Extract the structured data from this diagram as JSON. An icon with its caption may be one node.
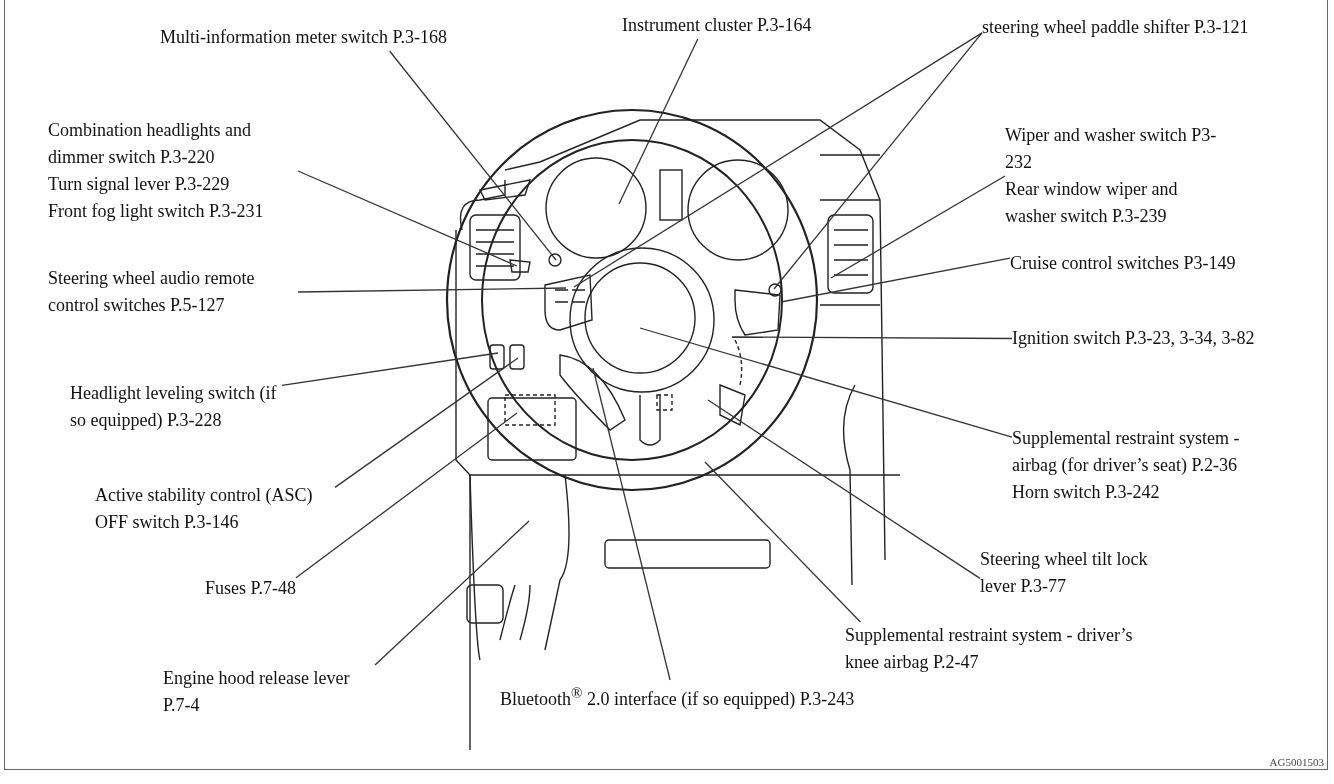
{
  "diagram": {
    "nodes": [
      {
        "text": [
          "Multi-information meter switch P.3-168"
        ]
      },
      {
        "text": [
          "Instrument cluster P.3-164"
        ]
      },
      {
        "text": [
          "steering wheel paddle shifter P.3-121"
        ]
      },
      {
        "text": [
          "Combination headlights and dimmer switch P.3-220",
          "Turn signal lever P.3-229",
          "Front fog light switch P.3-231"
        ]
      },
      {
        "text": [
          "Wiper and washer switch P3-232",
          "Rear window wiper and washer switch P.3-239"
        ]
      },
      {
        "text": [
          "Steering wheel audio remote control switches P.5-127"
        ]
      },
      {
        "text": [
          "Cruise control switches P3-149"
        ]
      },
      {
        "text": [
          "Ignition switch P.3-23, 3-34, 3-82"
        ]
      },
      {
        "text": [
          "Headlight leveling switch (if so equipped) P.3-228"
        ]
      },
      {
        "text": [
          "Supplemental restraint system - airbag (for driver’s seat) P.2-36",
          "Horn switch P.3-242"
        ]
      },
      {
        "text": [
          "Active stability control (ASC) OFF switch P.3-146"
        ]
      },
      {
        "text": [
          "Fuses P.7-48"
        ]
      },
      {
        "text": [
          "Steering wheel tilt lock lever P.3-77"
        ]
      },
      {
        "text": [
          "Supplemental restraint system - driver’s knee airbag P.2-47"
        ]
      },
      {
        "text": [
          "Engine hood release lever P.7-4"
        ]
      },
      {
        "text": [
          "Bluetooth$^{®}$ 2.0 interface (if so equipped) P.3-243"
        ]
      }
    ],
    "edges": [
      {
        "from": 0,
        "to": null,
        "arrow": "none"
      },
      {
        "from": 1,
        "to": null,
        "arrow": "none"
      },
      {
        "from": 2,
        "to": null,
        "arrow": "none"
      },
      {
        "from": 2,
        "to": null,
        "arrow": "none"
      },
      {
        "from": 3,
        "to": null,
        "arrow": "none"
      },
      {
        "from": 4,
        "to": null,
        "arrow": "none"
      },
      {
        "from": 5,
        "to": null,
        "arrow": "none"
      },
      {
        "from": 6,
        "to": null,
        "arrow": "none"
      },
      {
        "from": 7,
        "to": null,
        "arrow": "none"
      },
      {
        "from": 8,
        "to": null,
        "arrow": "none"
      },
      {
        "from": 9,
        "to": null,
        "arrow": "none"
      },
      {
        "from": 10,
        "to": null,
        "arrow": "none"
      },
      {
        "from": 11,
        "to": null,
        "arrow": "none"
      },
      {
        "from": 12,
        "to": null,
        "arrow": "none"
      },
      {
        "from": 13,
        "to": null,
        "arrow": "none"
      },
      {
        "from": 14,
        "to": null,
        "arrow": "none"
      },
      {
        "from": 15,
        "to": null,
        "arrow": "none"
      }
    ],
    "labels": [
      "AG5001503"
    ]
  }
}
